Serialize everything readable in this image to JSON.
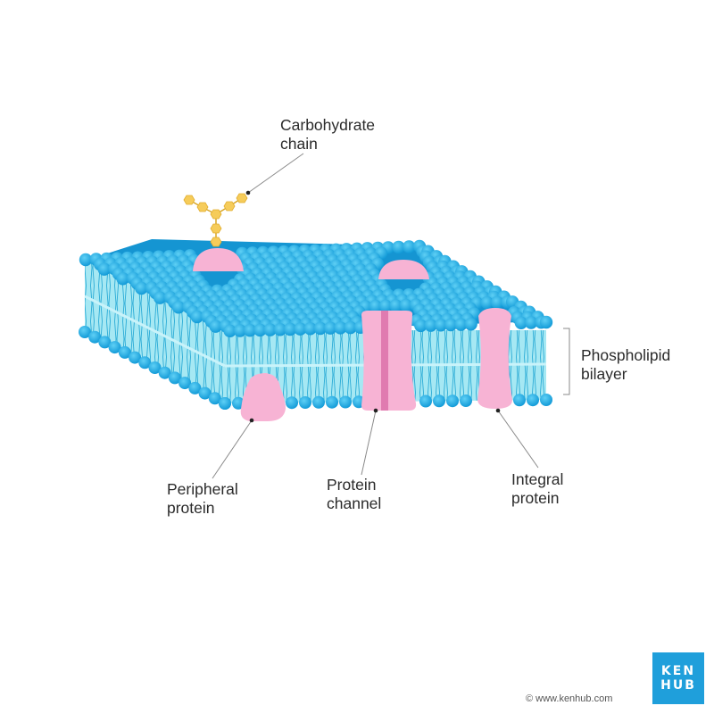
{
  "labels": {
    "carbohydrate": [
      "Carbohydrate",
      "chain"
    ],
    "phospholipid": [
      "Phospholipid",
      "bilayer"
    ],
    "peripheral": [
      "Peripheral",
      "protein"
    ],
    "channel": [
      "Protein",
      "channel"
    ],
    "integral": [
      "Integral",
      "protein"
    ]
  },
  "logo": [
    "KEN",
    "HUB"
  ],
  "copyright": "© www.kenhub.com",
  "colors": {
    "lipid_head": "#1aa3df",
    "lipid_head_light": "#45c1ef",
    "tail_fill": "#9fe6f2",
    "tail_line": "#23a9d6",
    "protein": "#f7b3d4",
    "protein_dark": "#e07bb0",
    "carbohydrate": "#f6cc5a",
    "leader_line": "#8a8a8a",
    "leader_dot": "#222222",
    "logo_bg": "#1f9fdb"
  }
}
